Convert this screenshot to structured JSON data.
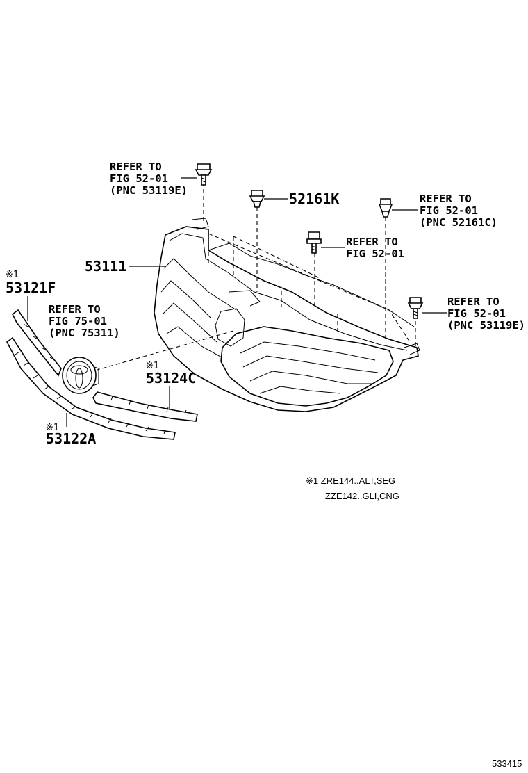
{
  "callouts": {
    "bolt_top_left": {
      "line1": "REFER TO",
      "line2": "FIG 52-01",
      "line3": "(PNC 53119E)"
    },
    "clip_top_right": {
      "line1": "REFER TO",
      "line2": "FIG 52-01",
      "line3": "(PNC 52161C)"
    },
    "screw_center": {
      "line1": "REFER TO",
      "line2": "FIG 52-01"
    },
    "bolt_right": {
      "line1": "REFER TO",
      "line2": "FIG 52-01",
      "line3": "(PNC 53119E)"
    },
    "emblem": {
      "line1": "REFER TO",
      "line2": "FIG 75-01",
      "line3": "(PNC 75311)"
    }
  },
  "parts": {
    "clip_52161k": "52161K",
    "grille_53111": "53111",
    "moulding_53121f": "53121F",
    "moulding_53124c": "53124C",
    "moulding_53122a": "53122A"
  },
  "marks": {
    "m1": "※1",
    "m2": "※1",
    "m3": "※1"
  },
  "footnote": {
    "line1": "※1 ZRE144..ALT,SEG",
    "line2": "ZZE142..GLI,CNG"
  },
  "figure_id": "533415"
}
